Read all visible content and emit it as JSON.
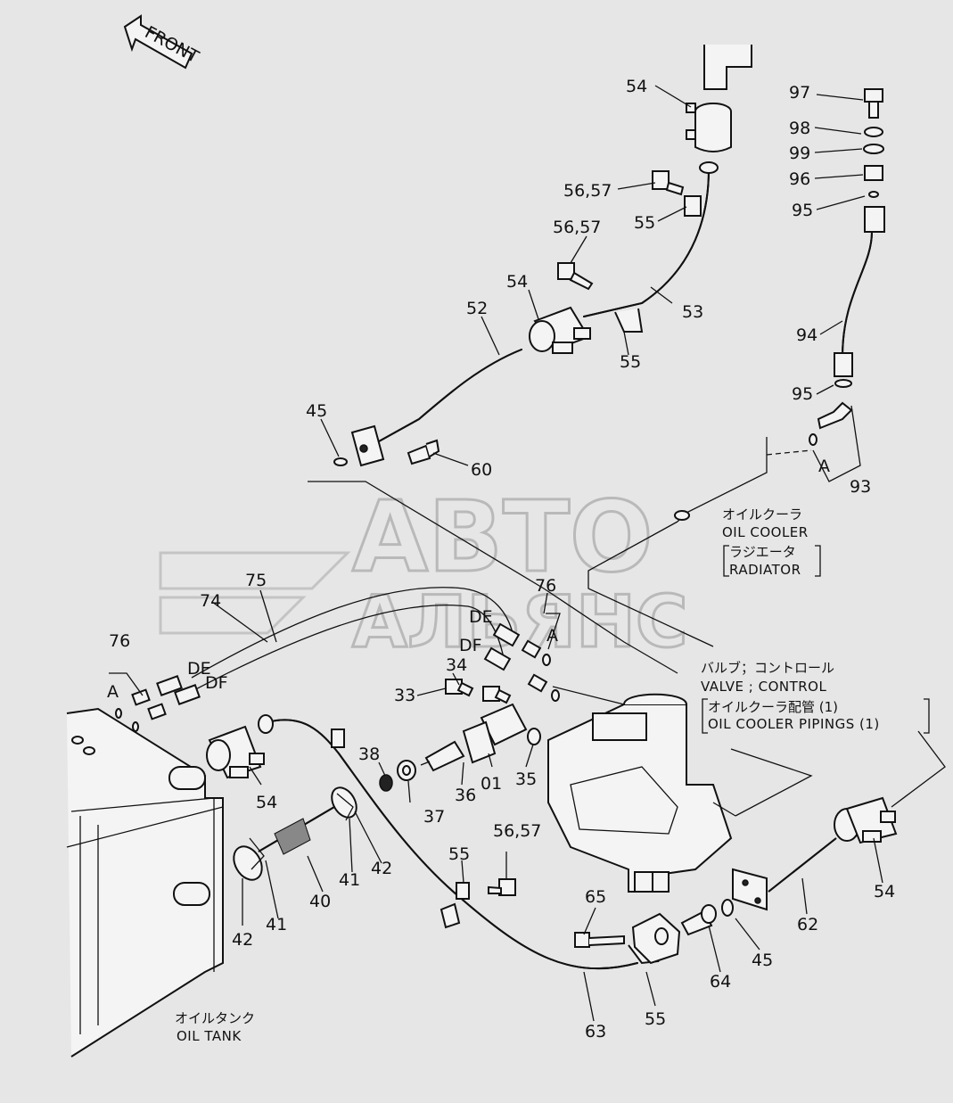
{
  "front_label": "FRONT",
  "watermark": {
    "line1": "АВТО",
    "line2": "АЛЬЯНС"
  },
  "part_numbers": {
    "p97": "97",
    "p98": "98",
    "p99": "99",
    "p96": "96",
    "p95a": "95",
    "p94": "94",
    "p95b": "95",
    "p93": "93",
    "p54a": "54",
    "p5657a": "56,57",
    "p55a": "55",
    "p5657b": "56,57",
    "p54b": "54",
    "p53": "53",
    "p52": "52",
    "p55b": "55",
    "p45a": "45",
    "p60": "60",
    "p75": "75",
    "p74": "74",
    "p76a": "76",
    "p76b": "76",
    "p34": "34",
    "p33": "33",
    "p38": "38",
    "p36": "36",
    "p01": "01",
    "p35": "35",
    "p37": "37",
    "p54c": "54",
    "p5657c": "56,57",
    "p55c": "55",
    "p40": "40",
    "p41a": "41",
    "p42a": "42",
    "p41b": "41",
    "p42b": "42",
    "p65": "65",
    "p64": "64",
    "p45b": "45",
    "p62": "62",
    "p54d": "54",
    "p63": "63",
    "p55d": "55"
  },
  "connectors": {
    "de1": "DE",
    "df1": "DF",
    "a1": "A",
    "de2": "DE",
    "df2": "DF",
    "a2": "A",
    "a3": "A"
  },
  "captions": {
    "oil_cooler_jp": "オイルクーラ",
    "oil_cooler_en": "OIL COOLER",
    "radiator_jp": "ラジエータ",
    "radiator_en": "RADIATOR",
    "valve_jp": "バルブ；コントロール",
    "valve_en": "VALVE ; CONTROL",
    "piping_jp": "オイルクーラ配管 (1)",
    "piping_en": "OIL COOLER PIPINGS (1)",
    "tank_jp": "オイルタンク",
    "tank_en": "OIL TANK"
  }
}
